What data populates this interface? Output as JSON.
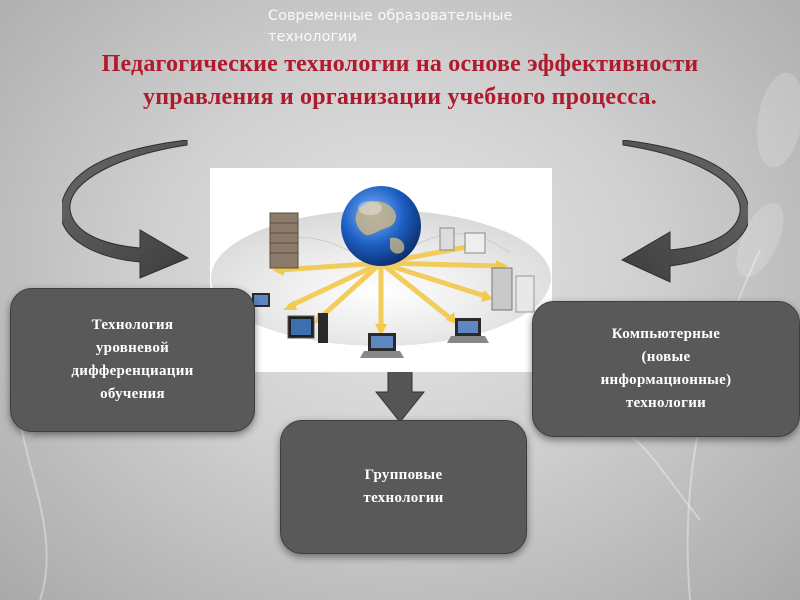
{
  "header": {
    "text": "Современные образовательные технологии"
  },
  "title": {
    "line1": "Педагогические технологии на основе эффективности",
    "line2": "управления и организации учебного процесса."
  },
  "nodes": {
    "left": {
      "lines": [
        "Технология",
        "уровневой",
        "дифференциации",
        "обучения"
      ]
    },
    "right": {
      "lines": [
        "Компьютерные",
        "(новые",
        "информационные)",
        "технологии"
      ]
    },
    "bottom": {
      "lines": [
        "Групповые",
        "технологии"
      ]
    }
  },
  "colors": {
    "title": "#b01a2c",
    "node_fill": "#595959",
    "arrow_fill": "#555555",
    "background": "#cfcfcf"
  },
  "icons": [
    "globe-icon",
    "server-icon",
    "laptop-icon",
    "monitor-icon"
  ]
}
